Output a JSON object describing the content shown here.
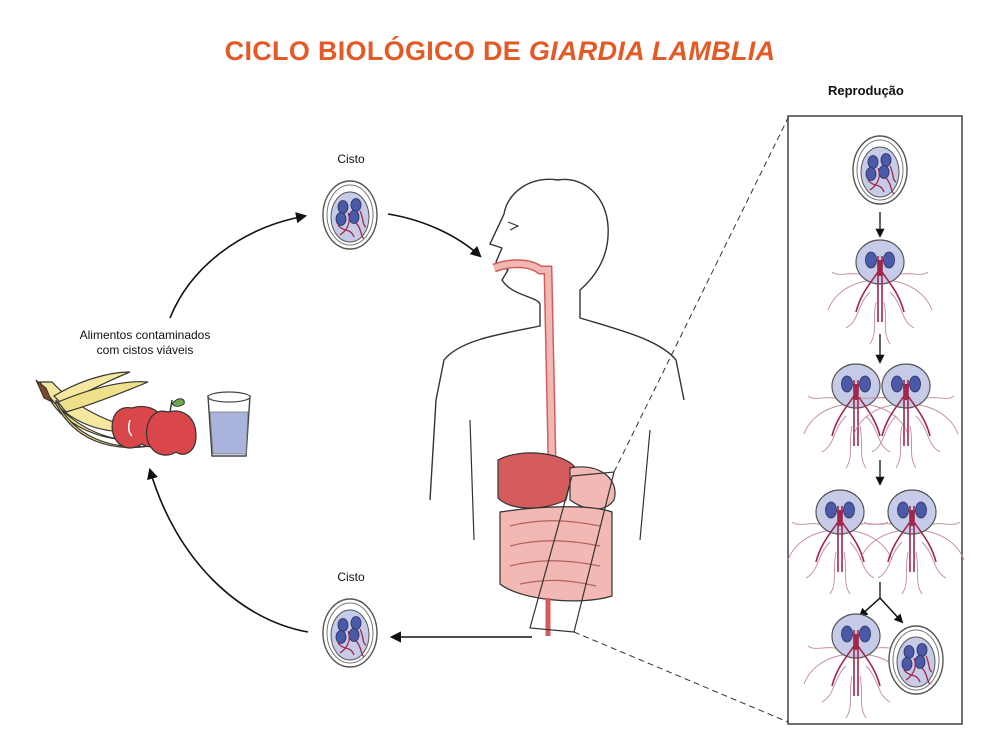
{
  "title": {
    "main": "CICLO BIOLÓGICO DE ",
    "italic": "GIARDIA LAMBLIA"
  },
  "labels": {
    "cyst_top": "Cisto",
    "cyst_bottom": "Cisto",
    "food_line1": "Alimentos contaminados",
    "food_line2": "com cistos viáveis",
    "reproduction": "Reprodução"
  },
  "colors": {
    "title": "#e35a26",
    "parasite_body": "#c6cbe8",
    "nucleus": "#4a5aa8",
    "flagella": "#a0284a",
    "organ": "#d55c5c",
    "intestine": "#f2b9b4"
  }
}
